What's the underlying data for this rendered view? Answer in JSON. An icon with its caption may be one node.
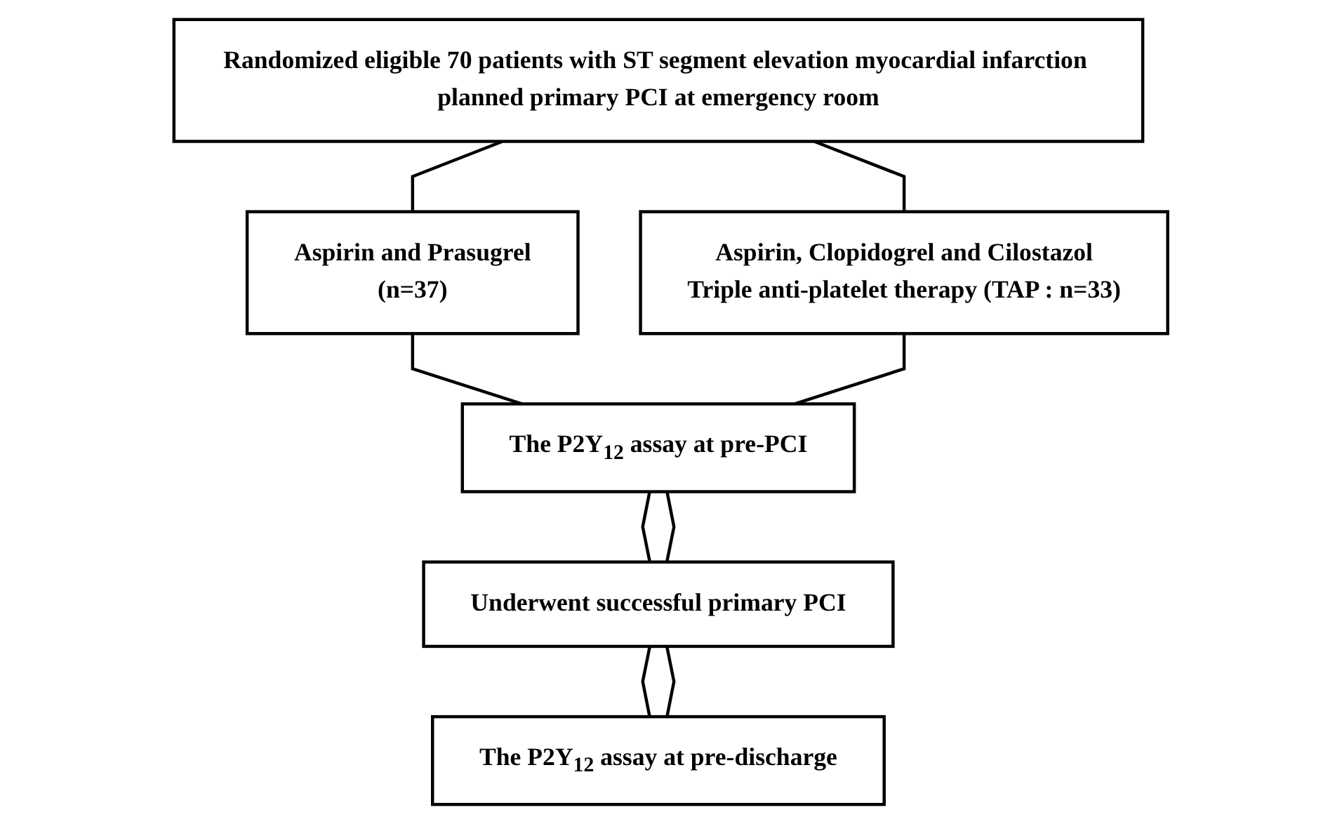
{
  "diagram": {
    "nodes": [
      {
        "text": [
          "Randomized eligible 70 patients with ST segment elevation myocardial infarction planned primary PCI at emergency room"
        ]
      },
      {
        "text": [
          "Aspirin and Prasugrel",
          "(n=37)"
        ]
      },
      {
        "text": [
          "Aspirin, Clopidogrel and Cilostazol",
          "Triple anti-platelet therapy (TAP : n=33)"
        ]
      },
      {
        "text": [
          "The P2Y$_{12}$ assay at pre-PCI"
        ]
      },
      {
        "text": [
          "Underwent successful primary PCI"
        ]
      },
      {
        "text": [
          "The P2Y$_{12}$ assay at pre-discharge"
        ]
      }
    ],
    "edges": [
      {
        "from": 0,
        "to": 1,
        "arrow": "none"
      },
      {
        "from": 0,
        "to": 2,
        "arrow": "none"
      },
      {
        "from": 1,
        "to": 3,
        "arrow": "none"
      },
      {
        "from": 2,
        "to": 3,
        "arrow": "none"
      },
      {
        "from": 3,
        "to": 4,
        "arrow": "none"
      },
      {
        "from": 3,
        "to": 4,
        "arrow": "none"
      },
      {
        "from": 4,
        "to": 5,
        "arrow": "none"
      },
      {
        "from": 4,
        "to": 5,
        "arrow": "none"
      }
    ]
  }
}
